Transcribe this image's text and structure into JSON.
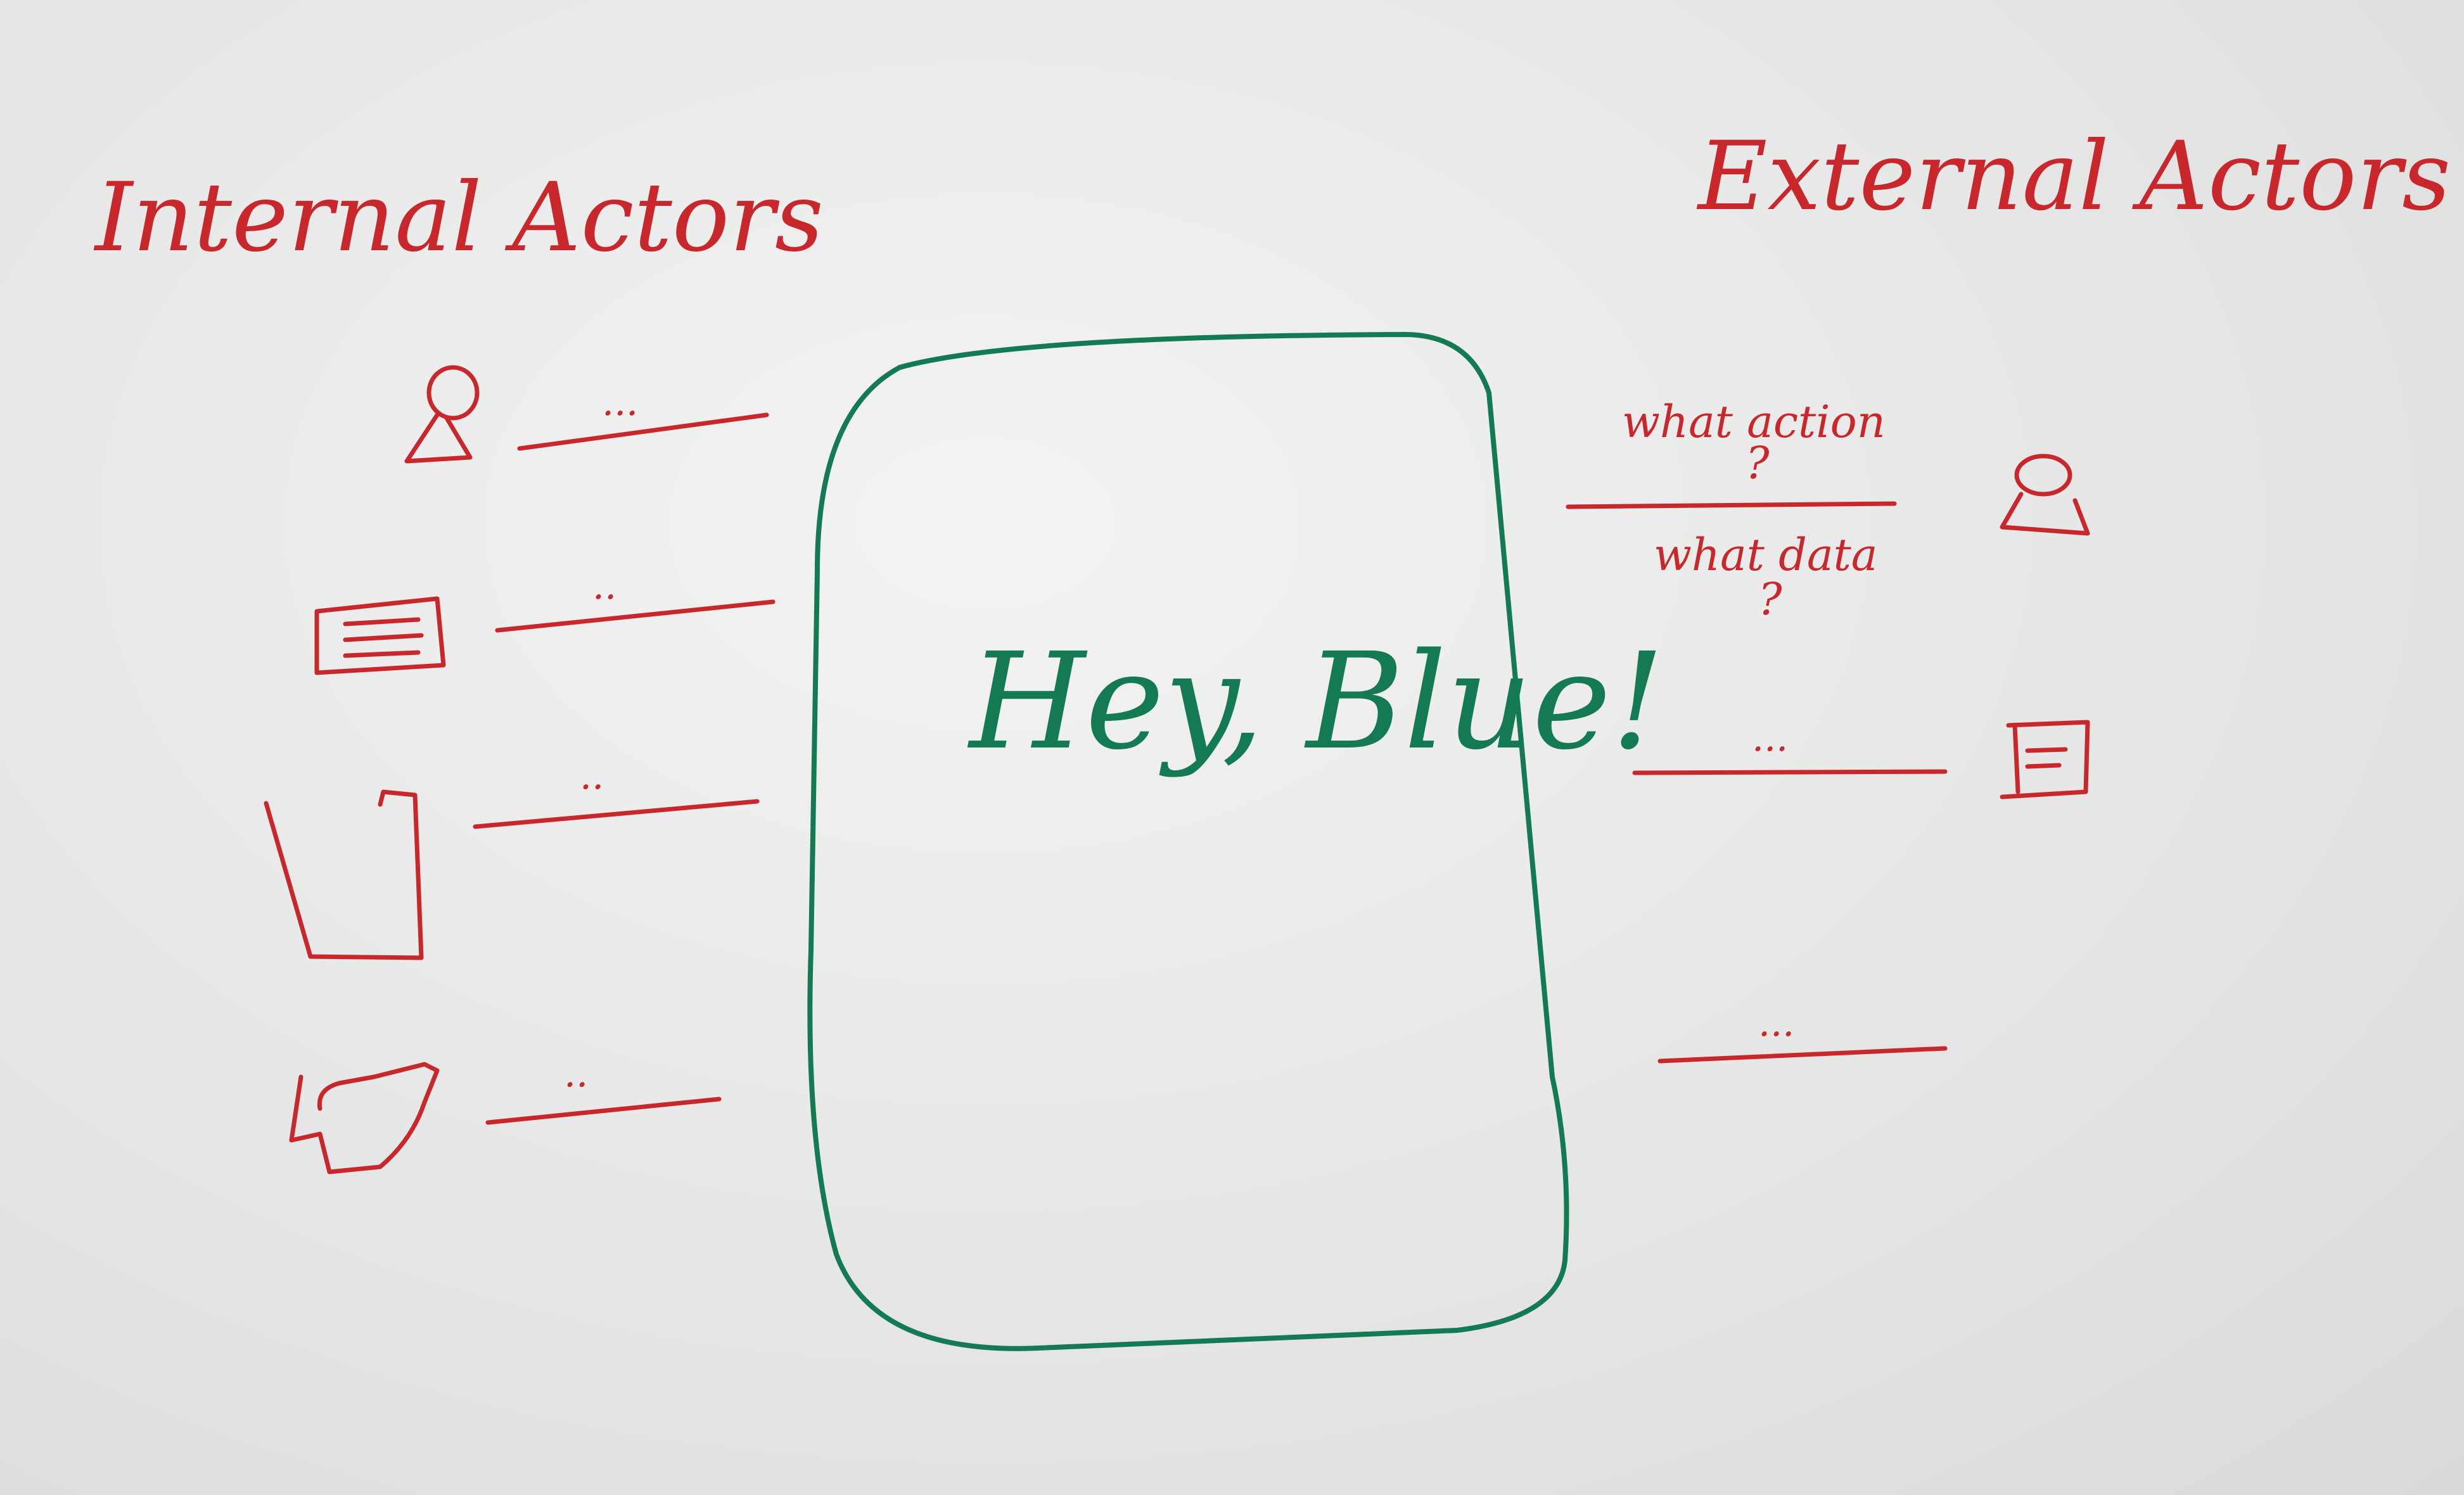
{
  "whiteboard": {
    "internal_heading": "Internal Actors",
    "external_heading": "External Actors",
    "center_title": "Hey, Blue!",
    "internal_actors": [
      {
        "icon": "person-icon",
        "label": "..."
      },
      {
        "icon": "document-icon",
        "label": ".."
      },
      {
        "icon": "folder-icon",
        "label": ".."
      },
      {
        "icon": "map-icon",
        "label": ".."
      }
    ],
    "external_connections": [
      {
        "icon": "person-icon",
        "top_label": "what action",
        "top_mark": "?",
        "bottom_label": "what data",
        "bottom_mark": "?"
      },
      {
        "icon": "document-icon",
        "label": "..."
      },
      {
        "icon": "none",
        "label": "..."
      }
    ],
    "colors": {
      "red_marker": "#c8282c",
      "green_marker": "#137a54",
      "board": "#e6e7e6"
    }
  }
}
